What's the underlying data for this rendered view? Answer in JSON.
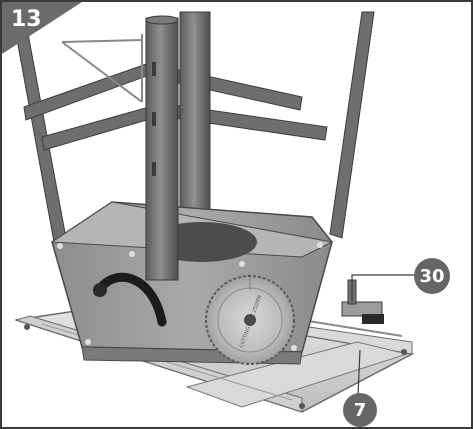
{
  "step": {
    "number": "13"
  },
  "callouts": [
    {
      "label": "30",
      "icon": "callout-circle"
    },
    {
      "label": "7",
      "icon": "callout-circle"
    }
  ],
  "blade_text": "CUTTING DISC 250MM",
  "colors": {
    "badge": "#6b6b6b",
    "callout": "#666666",
    "frame": "#3a3a3a"
  }
}
